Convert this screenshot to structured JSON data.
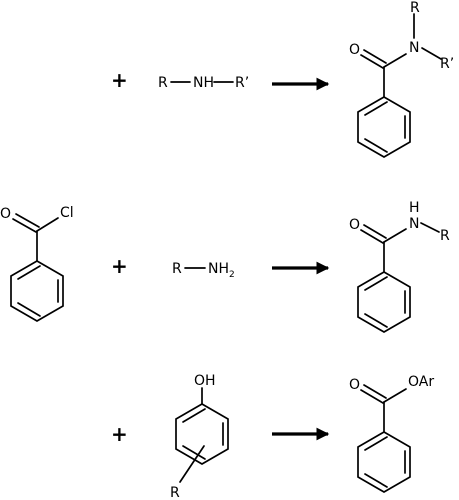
{
  "colors": {
    "ink": "#000000",
    "background": "#ffffff"
  },
  "reagent": {
    "atoms": {
      "oxygen": "O",
      "chlorine": "Cl"
    }
  },
  "reactions": [
    {
      "plus": "+",
      "amine": {
        "left": "R",
        "center": "NH",
        "right": "R’"
      },
      "product": {
        "oxygen": "O",
        "nitrogen": "N",
        "top": "R",
        "right": "R’"
      }
    },
    {
      "plus": "+",
      "amine": {
        "left": "R",
        "nitrogen": "NH",
        "subscript": "2"
      },
      "product": {
        "oxygen": "O",
        "nh": "H",
        "n": "N",
        "right": "R"
      }
    },
    {
      "plus": "+",
      "phenol": {
        "hydroxyl": "OH",
        "substituent": "R"
      },
      "product": {
        "oxygen": "O",
        "ester": "OAr"
      }
    }
  ]
}
